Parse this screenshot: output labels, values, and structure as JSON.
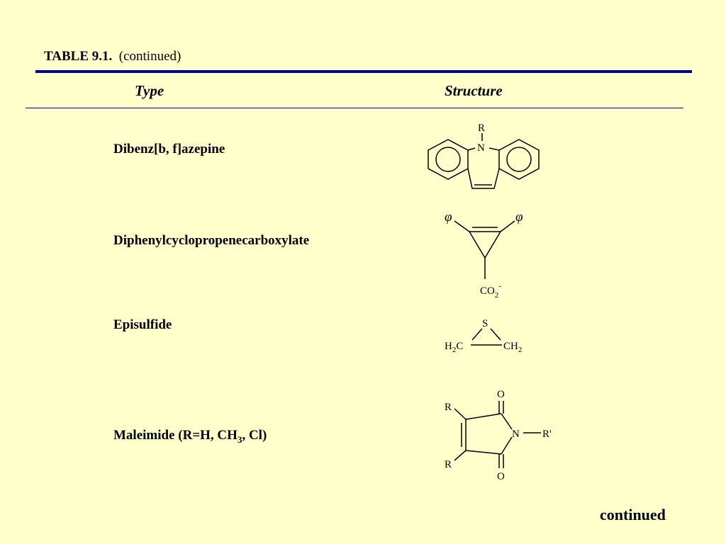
{
  "caption": {
    "number": "TABLE 9.1.",
    "note": "(continued)"
  },
  "headers": {
    "type": "Type",
    "structure": "Structure"
  },
  "rows": [
    {
      "label": "Dibenz[b, f]azepine",
      "atoms": {
        "r": "R",
        "n": "N"
      }
    },
    {
      "label": "Diphenylcyclopropenecarboxylate",
      "atoms": {
        "phi_left": "φ",
        "phi_right": "φ",
        "co": "CO",
        "co_sub": "2",
        "co_sup": "-"
      }
    },
    {
      "label": "Episulfide",
      "atoms": {
        "s": "S",
        "h2c_h": "H",
        "h2c_sub": "2",
        "h2c_c": "C",
        "ch2_ch": "CH",
        "ch2_sub": "2"
      }
    },
    {
      "label_pre": "Maleimide (R=H, CH",
      "label_sub": "3",
      "label_post": ", Cl)",
      "atoms": {
        "o_top": "O",
        "o_bottom": "O",
        "r_top": "R",
        "r_bottom": "R",
        "n": "N",
        "r_prime": "R'"
      }
    }
  ],
  "footer": "continued"
}
